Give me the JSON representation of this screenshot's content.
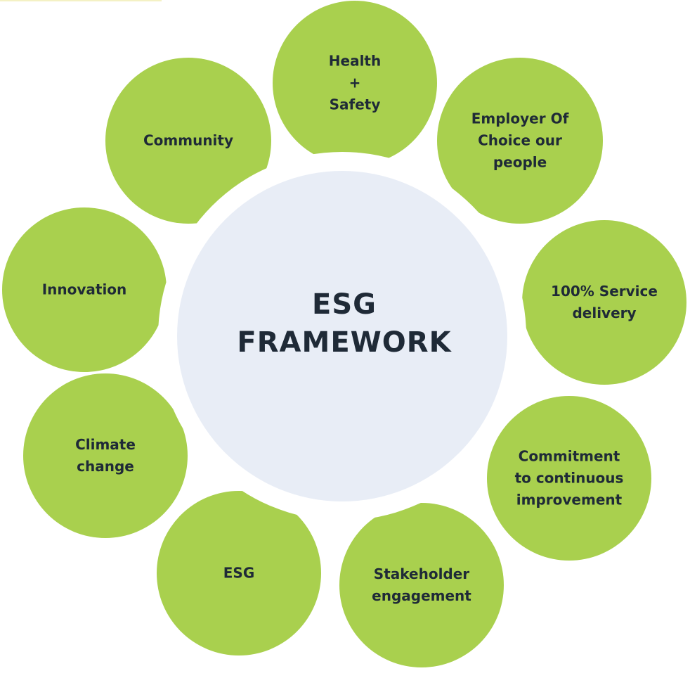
{
  "colors": {
    "petal": "#a9d04e",
    "center": "#e8edf6",
    "text": "#1f2a37"
  },
  "center": {
    "line1": "ESG",
    "line2": "FRAMEWORK"
  },
  "petals": [
    {
      "id": "health-safety",
      "label": "Health\n+\nSafety"
    },
    {
      "id": "employer-of-choice",
      "label": "Employer Of\nChoice our\npeople"
    },
    {
      "id": "service-delivery",
      "label": "100% Service\ndelivery"
    },
    {
      "id": "continuous-improvement",
      "label": "Commitment\nto continuous\nimprovement"
    },
    {
      "id": "stakeholder-engagement",
      "label": "Stakeholder\nengagement"
    },
    {
      "id": "esg",
      "label": "ESG"
    },
    {
      "id": "climate-change",
      "label": "Climate\nchange"
    },
    {
      "id": "innovation",
      "label": "Innovation"
    },
    {
      "id": "community",
      "label": "Community"
    }
  ]
}
